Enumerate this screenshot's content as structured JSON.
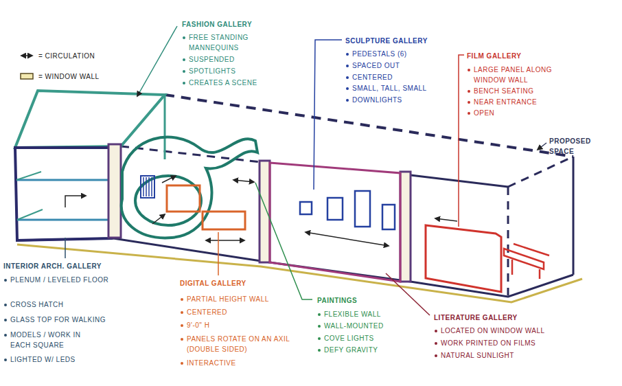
{
  "diagram": {
    "labels": [
      "FASHION GALLERY",
      "FREE STANDING MANNEQUINS",
      "SUSPENDED",
      "SPOTLIGHTS",
      "CREATES A SCENE",
      "SCULPTURE GALLERY",
      "PEDESTALS (6)",
      "SPACED OUT",
      "CENTERED",
      "SMALL, TALL, SMALL",
      "DOWNLIGHTS",
      "FILM GALLERY",
      "LARGE PANEL ALONG WINDOW WALL",
      "BENCH SEATING",
      "NEAR ENTRANCE",
      "OPEN",
      "PROPOSED SPACE",
      "INTERIOR ARCH. GALLERY",
      "PLENUM / LEVELED FLOOR",
      "CROSS HATCH",
      "GLASS TOP FOR WALKING",
      "MODELS / WORK IN EACH SQUARE",
      "LIGHTED W/ LEDS",
      "DIGITAL GALLERY",
      "PARTIAL HEIGHT WALL",
      "CENTERED",
      "9'-0\" H",
      "PANELS ROTATE ON AN AXIL (DOUBLE SIDED)",
      "INTERACTIVE",
      "PAINTINGS",
      "FLEXIBLE WALL",
      "WALL-MOUNTED",
      "COVE LIGHTS",
      "DEFY GRAVITY",
      "LITERATURE GALLERY",
      "LOCATED ON WINDOW WALL",
      "WORK PRINTED ON FILMS",
      "NATURAL SUNLIGHT"
    ],
    "legend": [
      {
        "text": "= CIRCULATION"
      },
      {
        "text": "= WINDOW WALL"
      }
    ]
  }
}
